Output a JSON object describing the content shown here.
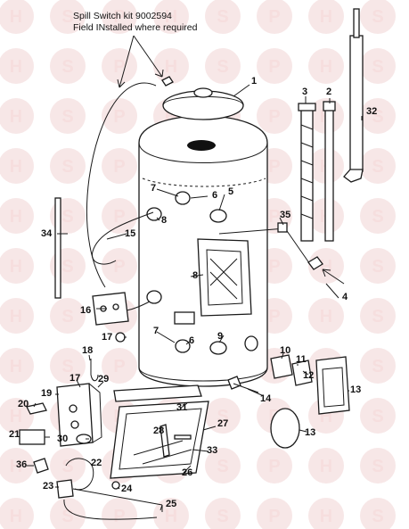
{
  "note": {
    "line1": "Spill Switch kit 9002594",
    "line2": "Field INstalled where required"
  },
  "watermark": {
    "letters": [
      "H",
      "S",
      "P"
    ],
    "color": "#e9b9b9"
  },
  "callouts": [
    "1",
    "2",
    "3",
    "32",
    "7",
    "6",
    "5",
    "8",
    "35",
    "34",
    "15",
    "8",
    "4",
    "16",
    "17",
    "7",
    "6",
    "9",
    "10",
    "11",
    "13",
    "12",
    "14",
    "18",
    "17",
    "29",
    "19",
    "20",
    "31",
    "27",
    "28",
    "21",
    "30",
    "33",
    "13",
    "36",
    "22",
    "26",
    "23",
    "24",
    "25"
  ]
}
